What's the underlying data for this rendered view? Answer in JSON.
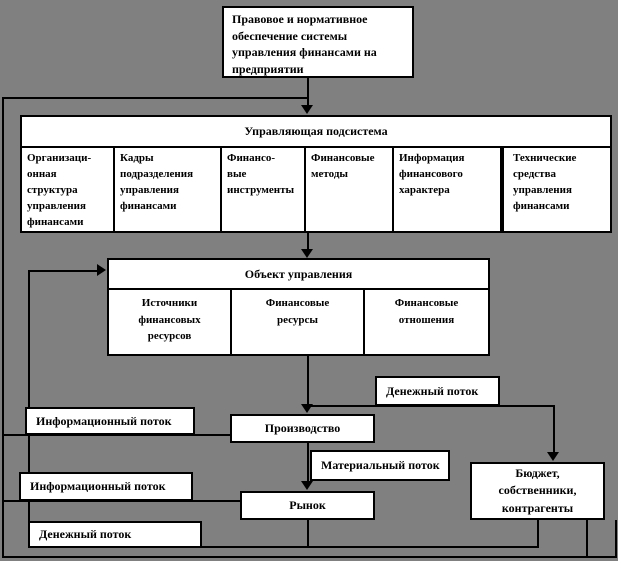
{
  "colors": {
    "background": "#808080",
    "box_background": "#ffffff",
    "line": "#000000",
    "text": "#000000"
  },
  "top_box": "Правовое и нормативное\nобеспечение системы\nуправления финансами на\nпредприятии",
  "managing_subsystem": {
    "header": "Управляющая подсистема",
    "cells": [
      "Организаци-\nонная\nструктура\nуправления\nфинансами",
      "Кадры\nподразделения\nуправления\nфинансами",
      "Финансо-\nвые\nинструменты",
      "Финансовые\nметоды",
      "Информация\nфинансового\nхарактера",
      "Технические\nсредства\nуправления\nфинансами"
    ]
  },
  "management_object": {
    "header": "Объект управления",
    "cells": [
      "Источники\nфинансовых\nресурсов",
      "Финансовые\nресурсы",
      "Финансовые\nотношения"
    ]
  },
  "process_boxes": {
    "production": "Производство",
    "market": "Рынок",
    "budget": "Бюджет,\nсобственники,\nконтрагенты"
  },
  "flow_labels": {
    "money_flow_top": "Денежный поток",
    "info_flow_1": "Информационный поток",
    "material_flow": "Материальный поток",
    "info_flow_2": "Информационный поток",
    "money_flow_bottom": "Денежный поток"
  }
}
